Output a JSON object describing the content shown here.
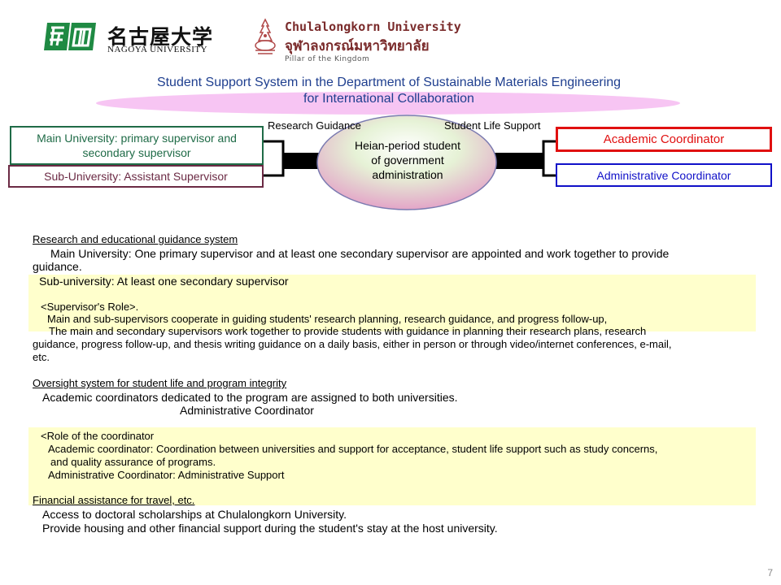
{
  "logos": {
    "nagoya_jp": "名古屋大学",
    "nagoya_en": "NAGOYA UNIVERSITY",
    "chula_en": "Chulalongkorn University",
    "chula_th": "จุฬาลงกรณ์มหาวิทยาลัย",
    "chula_tagline": "Pillar of the Kingdom",
    "colors": {
      "nagoya": "#1f8a43",
      "chula": "#7a2b2b"
    }
  },
  "title": {
    "line1": "Student Support System in the Department of Sustainable Materials Engineering",
    "line2": "for International Collaboration"
  },
  "diagram": {
    "main_university": "Main University: primary supervisor and secondary supervisor",
    "sub_university": "Sub-University: Assistant Supervisor",
    "research_guidance": "Research Guidance",
    "student_life_support": "Student Life Support",
    "student": "Heian-period student of government administration",
    "academic_coordinator": "Academic Coordinator",
    "administrative_coordinator": "Administrative Coordinator"
  },
  "section1": {
    "heading": "Research and educational guidance system",
    "main_line1": "Main University:  One primary supervisor and at least one secondary supervisor are appointed and work together to provide",
    "main_line2": "guidance.",
    "sub": "Sub-university:  At least one secondary supervisor",
    "role_heading": "<Supervisor's Role>.",
    "role_line1": "Main  and sub-supervisors cooperate in guiding students' research planning, research guidance, and progress follow-up,",
    "role_line2": "The main and secondary supervisors work together to provide  students with guidance in planning their research plans, research",
    "role_line3": "guidance, progress follow-up, and thesis writing guidance on a daily basis, either in person or through video/internet conferences, e-mail,",
    "role_line4": "etc."
  },
  "section2": {
    "heading": "Oversight system for student life and program integrity",
    "line1": "Academic coordinators dedicated to the program are assigned to both universities.",
    "line2": "Administrative  Coordinator",
    "role_heading": "<Role of the coordinator",
    "role_line1": "Academic coordinator: Coordination between universities and support for acceptance, student life support such as study concerns,",
    "role_line2": "and quality assurance of programs.",
    "role_line3": "Administrative Coordinator: Administrative Support"
  },
  "section3": {
    "heading": "Financial assistance for travel, etc.",
    "line1": "Access to doctoral scholarships at Chulalongkorn  University.",
    "line2": "Provide housing and other financial support during the student's  stay at the host university."
  },
  "page_number": "7"
}
